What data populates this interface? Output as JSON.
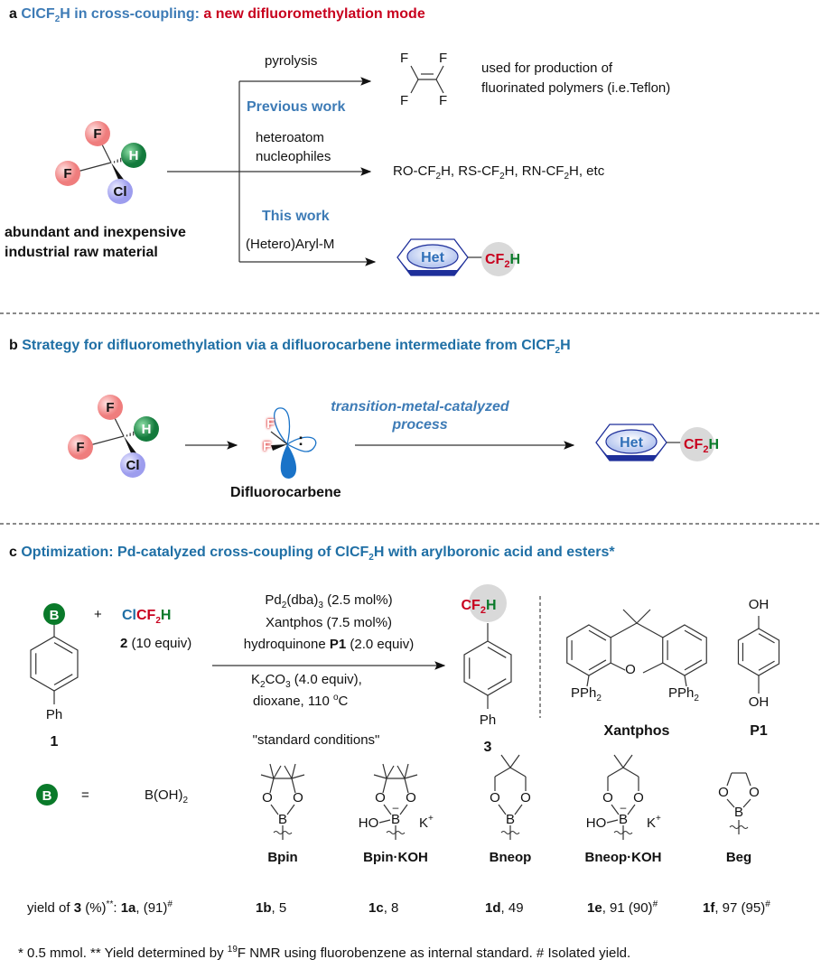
{
  "colors": {
    "blue": "#3d7bb6",
    "red": "#c8001e",
    "green": "#0a7a2a",
    "fluorine": "#f08080",
    "hydrogen": "#1f8a4a",
    "chlorine": "#a9a9f0",
    "het": "#1e2f9a"
  },
  "panel_a": {
    "letter": "a",
    "title_part1": "ClCF",
    "title_sub": "2",
    "title_part2": "H in cross-coupling: ",
    "title_part3": "a new difluoromethylation mode",
    "pyrolysis": "pyrolysis",
    "previous_work": "Previous work",
    "heteroatom": "heteroatom",
    "nucleophiles": "nucleophiles",
    "this_work": "This work",
    "aryl_m": "(Hetero)Aryl-M",
    "teflon_line1": "used for production of",
    "teflon_line2": "fluorinated polymers (i.e.Teflon)",
    "products": [
      "RO-CF",
      "2",
      "H, RS-CF",
      "2",
      "H, RN-CF",
      "2",
      "H, etc"
    ],
    "raw_line1": "abundant and inexpensive",
    "raw_line2": "industrial raw material",
    "atoms": {
      "F": "F",
      "H": "H",
      "Cl": "Cl"
    },
    "het": "Het",
    "cf2h": [
      "CF",
      "2",
      "H"
    ]
  },
  "panel_b": {
    "letter": "b",
    "title_part1": "Strategy for difluoromethylation via a difluorocarbene intermediate from ClCF",
    "title_sub": "2",
    "title_part2": "H",
    "process_line1": "transition-metal-catalyzed",
    "process_line2": "process",
    "carbene_label": "Difluorocarbene",
    "lone_pair": ":"
  },
  "panel_c": {
    "letter": "c",
    "title_part1": "Optimization: Pd-catalyzed cross-coupling of ClCF",
    "title_sub": "2",
    "title_part2": "H with arylboronic acid and esters*",
    "plus": "+",
    "reagent": [
      "Cl",
      "CF",
      "2",
      "H"
    ],
    "reagent_label": "2",
    "reagent_equiv": " (10 equiv)",
    "conditions": {
      "line1": [
        "Pd",
        "2",
        "(dba)",
        "3",
        " (2.5 mol%)"
      ],
      "line2": "Xantphos (7.5 mol%)",
      "line3": [
        "hydroquinone ",
        "P1",
        " (2.0 equiv)"
      ],
      "line4": [
        "K",
        "2",
        "CO",
        "3",
        " (4.0 equiv),"
      ],
      "line5": [
        "dioxane, 110 ",
        "o",
        "C"
      ],
      "standard": "\"standard conditions\""
    },
    "substrate_label": "1",
    "product_label": "3",
    "ph": "Ph",
    "b_letter": "B",
    "xantphos": {
      "label": "Xantphos",
      "pph2": [
        "PPh",
        "2"
      ],
      "o": "O"
    },
    "p1": {
      "label": "P1",
      "oh": "OH"
    },
    "equals": "=",
    "boh2": [
      "B(OH)",
      "2"
    ],
    "boron_groups": [
      {
        "label": "Bpin"
      },
      {
        "label": "Bpin·KOH"
      },
      {
        "label": "Bneop"
      },
      {
        "label": "Bneop·KOH"
      },
      {
        "label": "Beg"
      }
    ],
    "ring_atoms": {
      "O": "O",
      "B": "B",
      "HO": "HO",
      "K": "K",
      "plus": "+",
      "minus": "–"
    },
    "yield_prefix": [
      "yield of ",
      "3",
      " (%)",
      "**",
      ":  "
    ],
    "yields": [
      {
        "cpd": "1a",
        "value": ", (91)",
        "mark": "#"
      },
      {
        "cpd": "1b",
        "value": ", 5",
        "mark": ""
      },
      {
        "cpd": "1c",
        "value": ", 8",
        "mark": ""
      },
      {
        "cpd": "1d",
        "value": ", 49",
        "mark": ""
      },
      {
        "cpd": "1e",
        "value": ", 91 (90)",
        "mark": "#"
      },
      {
        "cpd": "1f",
        "value": ", 97 (95)",
        "mark": "#"
      }
    ],
    "footnote": [
      "* 0.5 mmol. ** Yield determined by ",
      "19",
      "F NMR using fluorobenzene as internal standard. # Isolated yield."
    ]
  }
}
